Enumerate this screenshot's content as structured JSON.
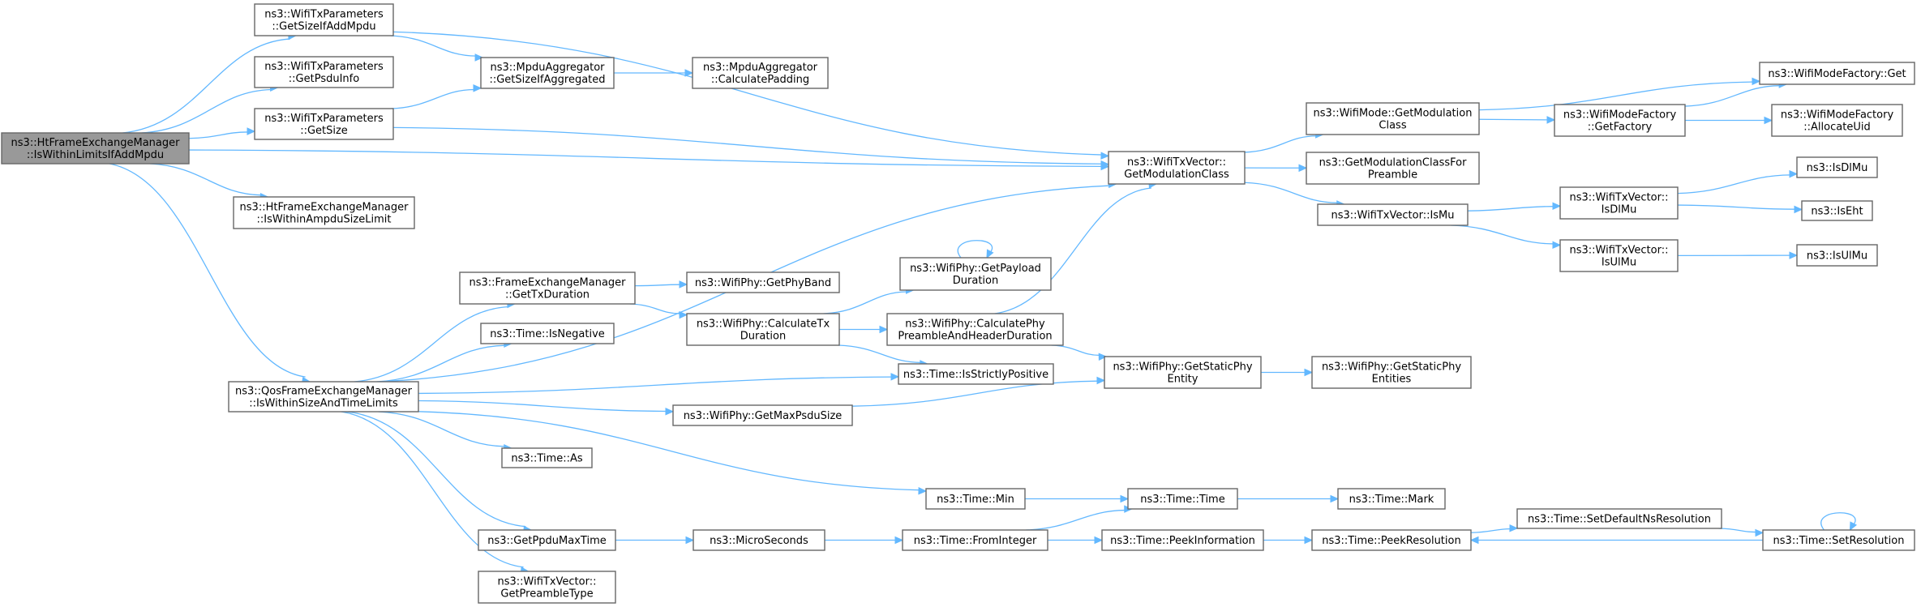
{
  "colors": {
    "root_fill": "#999999",
    "node_fill": "#ffffff",
    "node_border": "#666666",
    "edge": "#63b8ff",
    "text": "#000000"
  },
  "nodes": [
    {
      "id": "root",
      "root": true,
      "lines": [
        "ns3::HtFrameExchangeManager",
        "::IsWithinLimitsIfAddMpdu"
      ]
    },
    {
      "id": "getsizeifadd",
      "lines": [
        "ns3::WifiTxParameters",
        "::GetSizeIfAddMpdu"
      ]
    },
    {
      "id": "getpsduinfo",
      "lines": [
        "ns3::WifiTxParameters",
        "::GetPsduInfo"
      ]
    },
    {
      "id": "getsize",
      "lines": [
        "ns3::WifiTxParameters",
        "::GetSize"
      ]
    },
    {
      "id": "ampdulimit",
      "lines": [
        "ns3::HtFrameExchangeManager",
        "::IsWithinAmpduSizeLimit"
      ]
    },
    {
      "id": "qosframe",
      "lines": [
        "ns3::QosFrameExchangeManager",
        "::IsWithinSizeAndTimeLimits"
      ]
    },
    {
      "id": "aggsize",
      "lines": [
        "ns3::MpduAggregator",
        "::GetSizeIfAggregated"
      ]
    },
    {
      "id": "calcpad",
      "lines": [
        "ns3::MpduAggregator",
        "::CalculatePadding"
      ]
    },
    {
      "id": "modclass",
      "lines": [
        "ns3::WifiTxVector::",
        "GetModulationClass"
      ]
    },
    {
      "id": "modegetmod",
      "lines": [
        "ns3::WifiMode::GetModulation",
        "Class"
      ]
    },
    {
      "id": "getmodpre",
      "lines": [
        "ns3::GetModulationClassFor",
        "Preamble"
      ]
    },
    {
      "id": "txismu",
      "lines": [
        "ns3::WifiTxVector::IsMu"
      ]
    },
    {
      "id": "factoryget",
      "lines": [
        "ns3::WifiModeFactory::Get"
      ]
    },
    {
      "id": "getfactory",
      "lines": [
        "ns3::WifiModeFactory",
        "::GetFactory"
      ]
    },
    {
      "id": "allocuid",
      "lines": [
        "ns3::WifiModeFactory",
        "::AllocateUid"
      ]
    },
    {
      "id": "txisdlmu",
      "lines": [
        "ns3::WifiTxVector::",
        "IsDlMu"
      ]
    },
    {
      "id": "txisulmu",
      "lines": [
        "ns3::WifiTxVector::",
        "IsUlMu"
      ]
    },
    {
      "id": "isdlmu",
      "lines": [
        "ns3::IsDlMu"
      ]
    },
    {
      "id": "iseht",
      "lines": [
        "ns3::IsEht"
      ]
    },
    {
      "id": "isulmu",
      "lines": [
        "ns3::IsUlMu"
      ]
    },
    {
      "id": "gettxdur",
      "lines": [
        "ns3::FrameExchangeManager",
        "::GetTxDuration"
      ]
    },
    {
      "id": "isneg",
      "lines": [
        "ns3::Time::IsNegative"
      ]
    },
    {
      "id": "getphyband",
      "lines": [
        "ns3::WifiPhy::GetPhyBand"
      ]
    },
    {
      "id": "calctxdur",
      "lines": [
        "ns3::WifiPhy::CalculateTx",
        "Duration"
      ]
    },
    {
      "id": "payloaddur",
      "lines": [
        "ns3::WifiPhy::GetPayload",
        "Duration"
      ]
    },
    {
      "id": "calcphypre",
      "lines": [
        "ns3::WifiPhy::CalculatePhy",
        "PreambleAndHeaderDuration"
      ]
    },
    {
      "id": "strictpos",
      "lines": [
        "ns3::Time::IsStrictlyPositive"
      ]
    },
    {
      "id": "maxpsdu",
      "lines": [
        "ns3::WifiPhy::GetMaxPsduSize"
      ]
    },
    {
      "id": "staticphy",
      "lines": [
        "ns3::WifiPhy::GetStaticPhy",
        "Entity"
      ]
    },
    {
      "id": "staticphies",
      "lines": [
        "ns3::WifiPhy::GetStaticPhy",
        "Entities"
      ]
    },
    {
      "id": "timeas",
      "lines": [
        "ns3::Time::As"
      ]
    },
    {
      "id": "timemin",
      "lines": [
        "ns3::Time::Min"
      ]
    },
    {
      "id": "timetime",
      "lines": [
        "ns3::Time::Time"
      ]
    },
    {
      "id": "timemark",
      "lines": [
        "ns3::Time::Mark"
      ]
    },
    {
      "id": "ppdumax",
      "lines": [
        "ns3::GetPpduMaxTime"
      ]
    },
    {
      "id": "micro",
      "lines": [
        "ns3::MicroSeconds"
      ]
    },
    {
      "id": "fromint",
      "lines": [
        "ns3::Time::FromInteger"
      ]
    },
    {
      "id": "peekinfo",
      "lines": [
        "ns3::Time::PeekInformation"
      ]
    },
    {
      "id": "peekres",
      "lines": [
        "ns3::Time::PeekResolution"
      ]
    },
    {
      "id": "setdefres",
      "lines": [
        "ns3::Time::SetDefaultNsResolution"
      ]
    },
    {
      "id": "setres",
      "lines": [
        "ns3::Time::SetResolution"
      ]
    },
    {
      "id": "preambletype",
      "lines": [
        "ns3::WifiTxVector::",
        "GetPreambleType"
      ]
    }
  ],
  "edges": [
    [
      "root",
      "getsizeifadd"
    ],
    [
      "root",
      "getpsduinfo"
    ],
    [
      "root",
      "getsize"
    ],
    [
      "root",
      "ampdulimit"
    ],
    [
      "root",
      "qosframe"
    ],
    [
      "root",
      "modclass"
    ],
    [
      "getsizeifadd",
      "aggsize"
    ],
    [
      "getsizeifadd",
      "modclass"
    ],
    [
      "getsize",
      "aggsize"
    ],
    [
      "getsize",
      "modclass"
    ],
    [
      "aggsize",
      "calcpad"
    ],
    [
      "modclass",
      "modegetmod"
    ],
    [
      "modclass",
      "getmodpre"
    ],
    [
      "modclass",
      "txismu"
    ],
    [
      "modegetmod",
      "factoryget"
    ],
    [
      "modegetmod",
      "getfactory"
    ],
    [
      "getfactory",
      "factoryget"
    ],
    [
      "getfactory",
      "allocuid"
    ],
    [
      "txismu",
      "txisdlmu"
    ],
    [
      "txismu",
      "txisulmu"
    ],
    [
      "txisdlmu",
      "isdlmu"
    ],
    [
      "txisdlmu",
      "iseht"
    ],
    [
      "txisulmu",
      "isulmu"
    ],
    [
      "qosframe",
      "modclass"
    ],
    [
      "qosframe",
      "gettxdur"
    ],
    [
      "qosframe",
      "isneg"
    ],
    [
      "qosframe",
      "strictpos"
    ],
    [
      "qosframe",
      "maxpsdu"
    ],
    [
      "qosframe",
      "timeas"
    ],
    [
      "qosframe",
      "timemin"
    ],
    [
      "qosframe",
      "ppdumax"
    ],
    [
      "qosframe",
      "preambletype"
    ],
    [
      "gettxdur",
      "getphyband"
    ],
    [
      "gettxdur",
      "calctxdur"
    ],
    [
      "calctxdur",
      "payloaddur"
    ],
    [
      "calctxdur",
      "calcphypre"
    ],
    [
      "calctxdur",
      "strictpos"
    ],
    [
      "payloaddur",
      "payloaddur"
    ],
    [
      "calcphypre",
      "modclass"
    ],
    [
      "calcphypre",
      "staticphy"
    ],
    [
      "maxpsdu",
      "staticphy"
    ],
    [
      "staticphy",
      "staticphies"
    ],
    [
      "timemin",
      "timetime"
    ],
    [
      "timetime",
      "timemark"
    ],
    [
      "ppdumax",
      "micro"
    ],
    [
      "micro",
      "fromint"
    ],
    [
      "fromint",
      "timetime"
    ],
    [
      "fromint",
      "peekinfo"
    ],
    [
      "peekinfo",
      "peekres"
    ],
    [
      "peekres",
      "setdefres"
    ],
    [
      "setdefres",
      "setres"
    ],
    [
      "setres",
      "peekres"
    ],
    [
      "setres",
      "setres"
    ]
  ]
}
